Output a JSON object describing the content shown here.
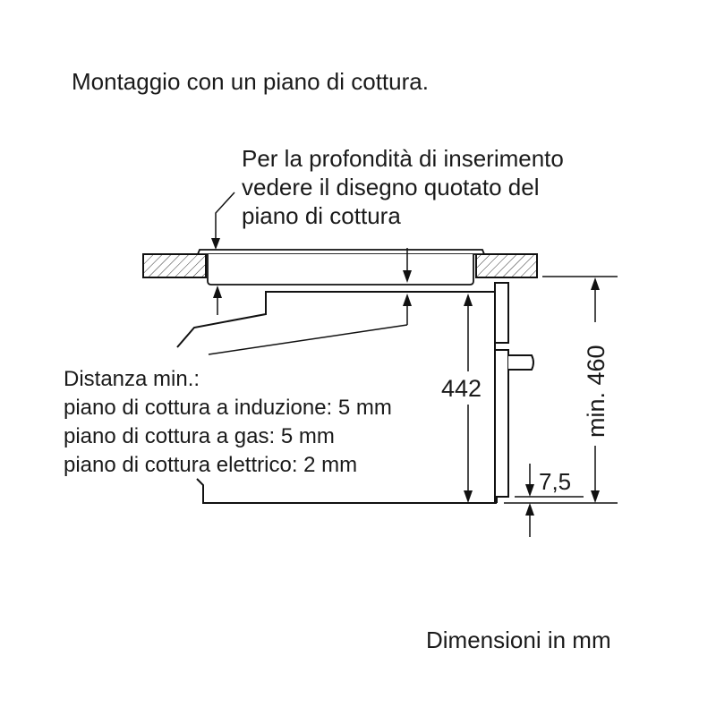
{
  "title": "Montaggio con un piano di cottura.",
  "depth_note": [
    "Per la profondità di inserimento",
    "vedere il disegno quotato del",
    "piano di cottura"
  ],
  "distance": {
    "heading": "Distanza min.:",
    "lines": [
      "piano di cottura a induzione: 5 mm",
      "piano di cottura a gas: 5 mm",
      "piano di cottura elettrico: 2 mm"
    ]
  },
  "dimensions": {
    "height_442": "442",
    "min_460": "min. 460",
    "offset_7_5": "7,5"
  },
  "units_note": "Dimensioni in mm"
}
